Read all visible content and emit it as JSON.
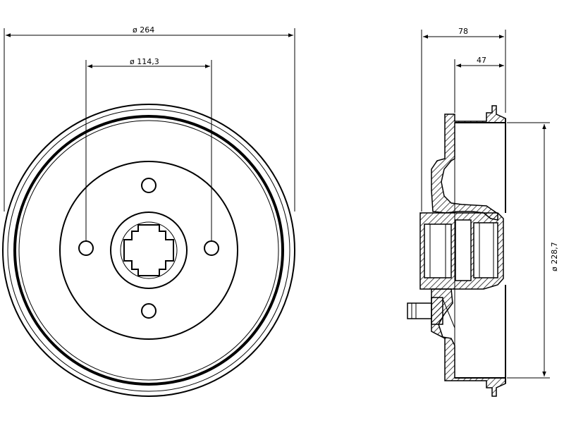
{
  "diagram": {
    "dimensions": {
      "outer_diameter": "ø 264",
      "bolt_circle": "ø 114,3",
      "overall_width": "78",
      "hub_width": "47",
      "inner_diameter": "ø 228,7"
    },
    "colors": {
      "line": "#000000",
      "hatch": "#000000",
      "background": "#ffffff"
    }
  }
}
